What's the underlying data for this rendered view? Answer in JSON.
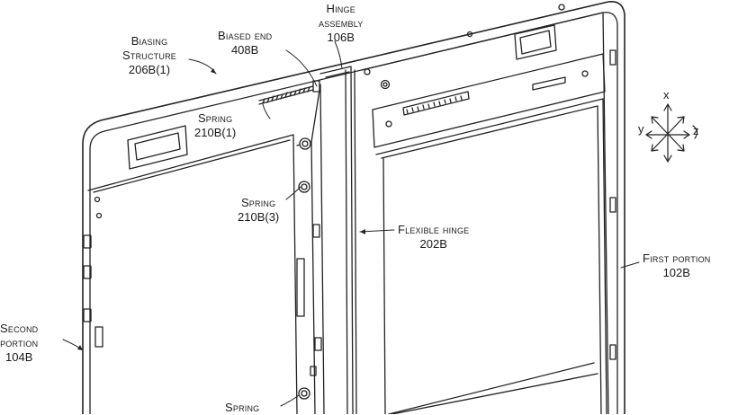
{
  "labels": {
    "hinge_assembly": {
      "line1": "Hinge",
      "line2": "assembly",
      "ref": "106B"
    },
    "biased_end": {
      "line1": "Biased end",
      "ref": "408B"
    },
    "biasing_structure": {
      "line1": "Biasing",
      "line2": "Structure",
      "ref": "206B(1)"
    },
    "spring_1": {
      "line1": "Spring",
      "ref": "210B(1)"
    },
    "spring_3": {
      "line1": "Spring",
      "ref": "210B(3)"
    },
    "spring_bottom": {
      "line1": "Spring"
    },
    "flexible_hinge": {
      "line1": "Flexible hinge",
      "ref": "202B"
    },
    "first_portion": {
      "line1": "First portion",
      "ref": "102B"
    },
    "second_portion": {
      "line1": "Second",
      "line2": "portion",
      "ref": "104B"
    }
  },
  "axes": {
    "x": "x",
    "y": "y",
    "z": "z"
  }
}
